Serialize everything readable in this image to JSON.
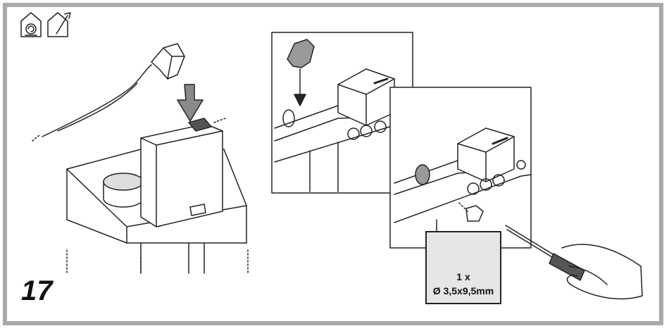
{
  "step_number": "17",
  "hardware": {
    "quantity": "1 x",
    "spec": "Ø 3,5x9,5mm"
  },
  "icons": [
    "recirculation-mode-icon",
    "ducted-mode-icon"
  ],
  "colors": {
    "border": "#a9a9a9",
    "line": "#222222",
    "fill_grey": "#e6e6e6"
  }
}
